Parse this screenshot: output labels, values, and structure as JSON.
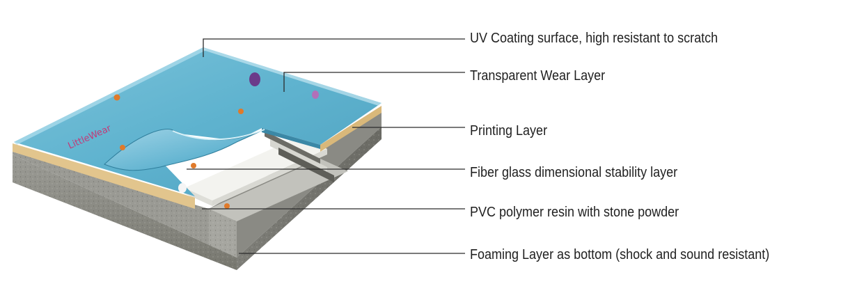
{
  "layers": [
    {
      "id": "uv",
      "label": "UV Coating surface, high resistant to scratch"
    },
    {
      "id": "wear",
      "label": "Transparent Wear Layer"
    },
    {
      "id": "print",
      "label": "Printing Layer"
    },
    {
      "id": "fiber",
      "label": "Fiber glass dimensional stability layer"
    },
    {
      "id": "pvc",
      "label": "PVC polymer resin with stone powder"
    },
    {
      "id": "foam",
      "label": "Foaming Layer as bottom (shock and sound resistant)"
    }
  ],
  "surface_print": {
    "logo_text": "LittleWear"
  },
  "colors": {
    "surface": "#5fb3cf",
    "printing": "#e2c58d",
    "fiber": "#f2f2ee",
    "pvc": "#b9b9b3",
    "foam": "#8e8e88",
    "leader": "#2a2a2a"
  }
}
